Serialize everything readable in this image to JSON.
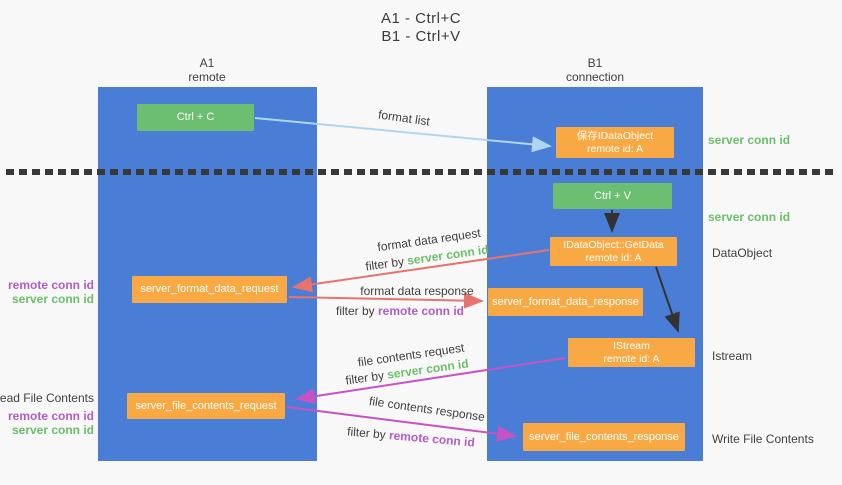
{
  "title": {
    "line1": "A1 - Ctrl+C",
    "line2": "B1 - Ctrl+V"
  },
  "columns": {
    "left": {
      "id": "A1",
      "subtitle": "remote"
    },
    "right": {
      "id": "B1",
      "subtitle": "connection"
    }
  },
  "boxes": {
    "ctrl_c": "Ctrl + C",
    "ctrl_v": "Ctrl + V",
    "save_idataobject": {
      "line1": "保存IDataObject",
      "line2": "remote id: A"
    },
    "getdata": {
      "line1": "IDataObject::GetData",
      "line2": "remote id: A"
    },
    "istream": {
      "line1": "IStream",
      "line2": "remote id: A"
    },
    "format_request": "server_format_data_request",
    "format_response": "server_format_data_response",
    "file_request": "server_file_contents_request",
    "file_response": "server_file_contents_response"
  },
  "flow_labels": {
    "format_list": "format list",
    "format_data_request": "format data request",
    "format_data_response": "format data response",
    "file_contents_request": "file contents request",
    "file_contents_response": "file contents response",
    "filter_by": "filter by ",
    "server_conn_id": "server conn id",
    "remote_conn_id": "remote conn id"
  },
  "side_labels": {
    "server_conn_id": "server conn id",
    "remote_conn_id": "remote conn id",
    "data_object": "DataObject",
    "istream": "Istream",
    "read_file_contents": "Read File Contents",
    "write_file_contents": "Write File Contents"
  },
  "colors": {
    "column_blue": "#4a7ed6",
    "box_green": "#6cbf70",
    "box_orange": "#f9a943",
    "arrow_blue": "#aed6f1",
    "arrow_red": "#e8736d",
    "arrow_magenta": "#c653c6",
    "conn_green": "#6abf69",
    "conn_purple": "#b25cc5",
    "text_dark": "#3f3f3f"
  }
}
